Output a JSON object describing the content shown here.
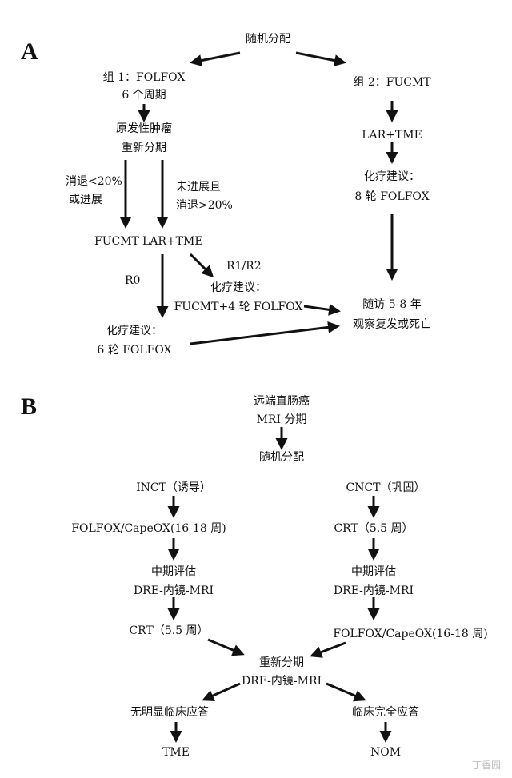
{
  "panel_a": {
    "label": "A",
    "randomize": "随机分配",
    "group1": {
      "title": "组 1：FOLFOX",
      "cycles": "6 个周期"
    },
    "group2": {
      "title": "组 2：FUCMT"
    },
    "restage": {
      "line1": "原发性肿瘤",
      "line2": "重新分期"
    },
    "regress_low": {
      "line1": "消退<20%",
      "line2": "或进展"
    },
    "regress_high": {
      "line1": "未进展且",
      "line2": "消退>20%"
    },
    "fucmt": "FUCMT",
    "lar_tme_left": "LAR+TME",
    "r1r2": "R1/R2",
    "r0": "R0",
    "chemo_mid": {
      "line1": "化疗建议：",
      "line2": "FUCMT+4 轮 FOLFOX"
    },
    "chemo_bottom": {
      "line1": "化疗建议：",
      "line2": "6 轮 FOLFOX"
    },
    "lar_tme_right": "LAR+TME",
    "chemo_right": {
      "line1": "化疗建议：",
      "line2": "8 轮 FOLFOX"
    },
    "followup": {
      "line1": "随访 5-8 年",
      "line2": "观察复发或死亡"
    }
  },
  "panel_b": {
    "label": "B",
    "rectal": {
      "line1": "远端直肠癌",
      "line2": "MRI 分期"
    },
    "randomize": "随机分配",
    "inct": "INCT（诱导）",
    "cnct": "CNCT（巩固）",
    "left_chemo": "FOLFOX/CapeOX(16-18 周)",
    "left_mid": {
      "line1": "中期评估",
      "line2": "DRE-内镜-MRI"
    },
    "left_crt": "CRT（5.5 周）",
    "right_crt": "CRT（5.5 周）",
    "right_mid": {
      "line1": "中期评估",
      "line2": "DRE-内镜-MRI"
    },
    "right_chemo": "FOLFOX/CapeOX(16-18 周)",
    "restage": {
      "line1": "重新分期",
      "line2": "DRE-内镜-MRI"
    },
    "no_response": "无明显临床应答",
    "complete_response": "临床完全应答",
    "tme": "TME",
    "nom": "NOM"
  },
  "watermark": "丁香园",
  "colors": {
    "ink": "#111111",
    "background": "#ffffff"
  }
}
